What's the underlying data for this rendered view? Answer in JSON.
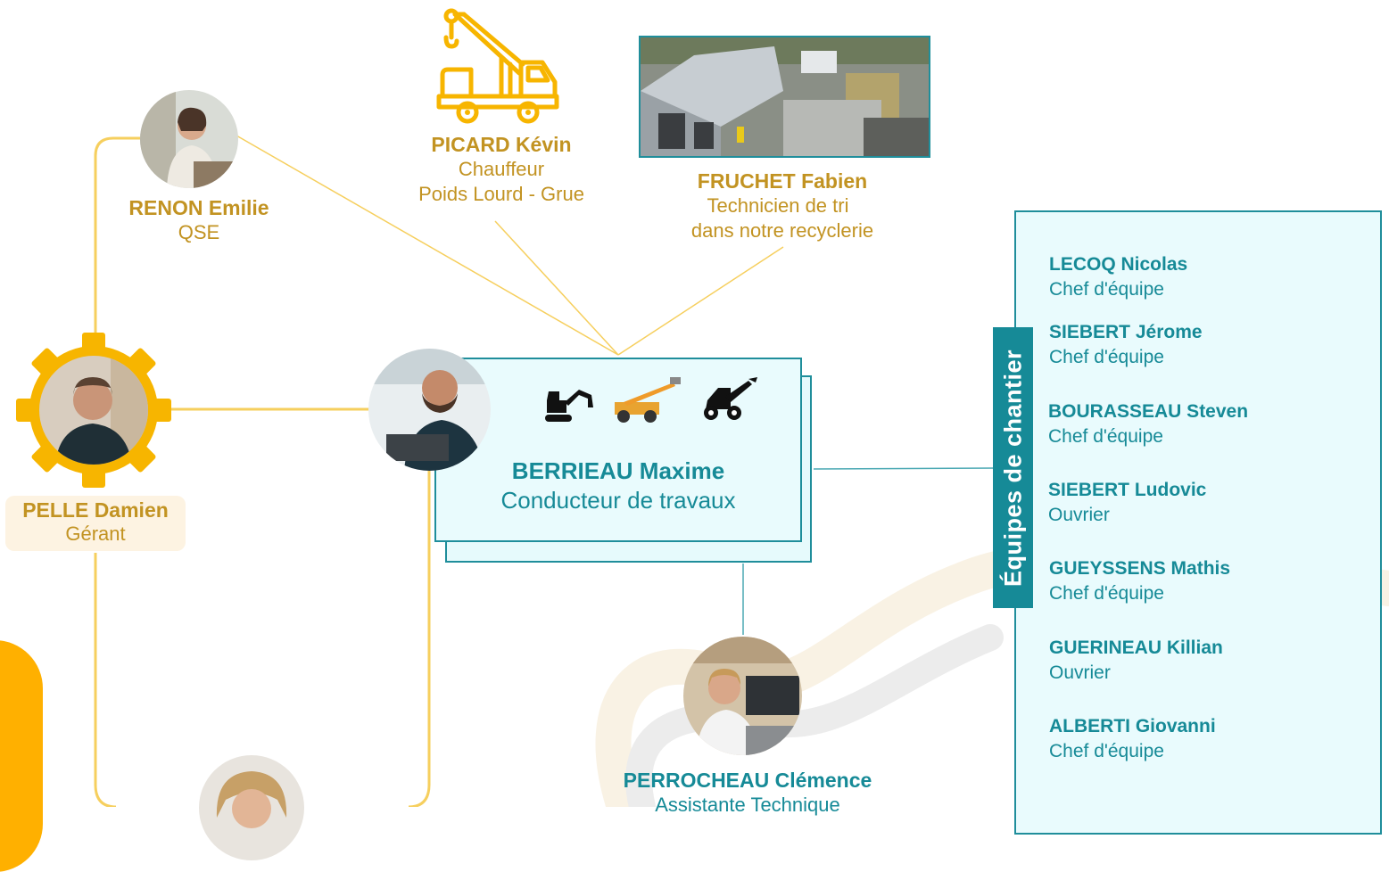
{
  "people": {
    "picard": {
      "name": "PICARD Kévin",
      "role_line1": "Chauffeur",
      "role_line2": "Poids Lourd - Grue",
      "icon": "crane-truck-icon"
    },
    "fruchet": {
      "name": "FRUCHET Fabien",
      "role_line1": "Technicien de tri",
      "role_line2": "dans notre recyclerie",
      "photo": "recycling-site-photo"
    },
    "renon": {
      "name": "RENON Emilie",
      "role": "QSE"
    },
    "pelle": {
      "name": "PELLE Damien",
      "role": "Gérant"
    },
    "berrieau": {
      "name": "BERRIEAU Maxime",
      "role": "Conducteur de travaux",
      "icons": [
        "mini-excavator-icon",
        "aerial-lift-icon",
        "telehandler-icon"
      ]
    },
    "perrocheau": {
      "name": "PERROCHEAU Clémence",
      "role": "Assistante Technique"
    }
  },
  "team": {
    "title": "Équipes de chantier",
    "members": [
      {
        "name": "LECOQ Nicolas",
        "role": "Chef d'équipe"
      },
      {
        "name": "SIEBERT Jérome",
        "role": "Chef d'équipe"
      },
      {
        "name": "BOURASSEAU Steven",
        "role": "Chef d'équipe"
      },
      {
        "name": "SIEBERT Ludovic",
        "role": "Ouvrier"
      },
      {
        "name": "GUEYSSENS Mathis",
        "role": "Chef d'équipe"
      },
      {
        "name": "GUERINEAU Killian",
        "role": "Ouvrier"
      },
      {
        "name": "ALBERTI Giovanni",
        "role": "Chef d'équipe"
      }
    ]
  },
  "colors": {
    "gold": "#c29322",
    "gear": "#f7b500",
    "teal": "#168a97",
    "card_bg": "#e9fbfd",
    "line": "#f6cf5e"
  }
}
